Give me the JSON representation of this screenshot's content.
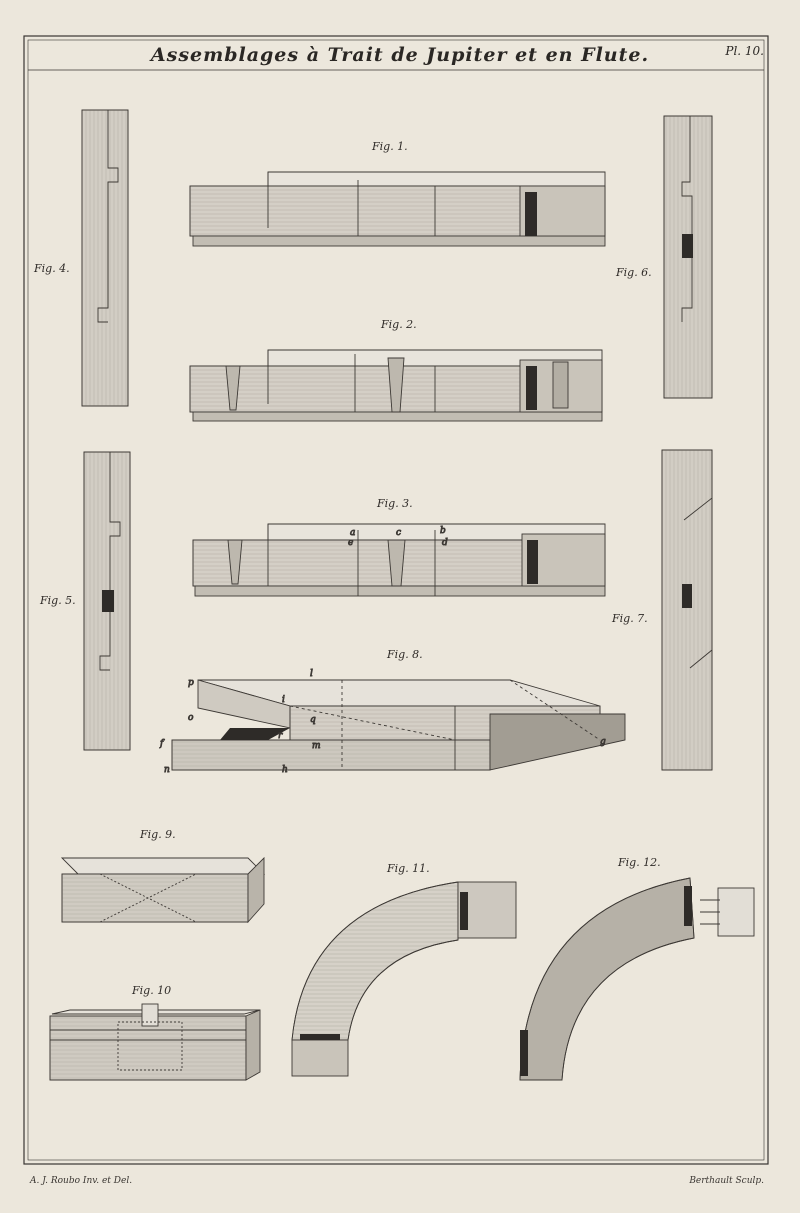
{
  "plate": {
    "title": "Assemblages à Trait de Jupiter et en Flute.",
    "plate_number": "Pl. 10.",
    "credit_left": "A. J. Roubo Inv. et Del.",
    "credit_right": "Berthault Sculp."
  },
  "figures": {
    "fig1": "Fig. 1.",
    "fig2": "Fig. 2.",
    "fig3": "Fig. 3.",
    "fig4": "Fig. 4.",
    "fig5": "Fig. 5.",
    "fig6": "Fig. 6.",
    "fig7": "Fig. 7.",
    "fig8": "Fig. 8.",
    "fig9": "Fig. 9.",
    "fig10": "Fig. 10",
    "fig11": "Fig. 11.",
    "fig12": "Fig. 12."
  },
  "fig3_letters": [
    "a",
    "c",
    "b",
    "e",
    "d"
  ],
  "fig8_letters": [
    "p",
    "l",
    "i",
    "o",
    "q",
    "f",
    "r",
    "m",
    "n",
    "h",
    "g"
  ],
  "colors": {
    "paper": "#ece7dc",
    "ink": "#2a2724",
    "wood_light": "#dedad2",
    "wood_mid": "#c9c4ba",
    "wood_dark": "#a9a499",
    "shadow": "#2e2b28"
  }
}
